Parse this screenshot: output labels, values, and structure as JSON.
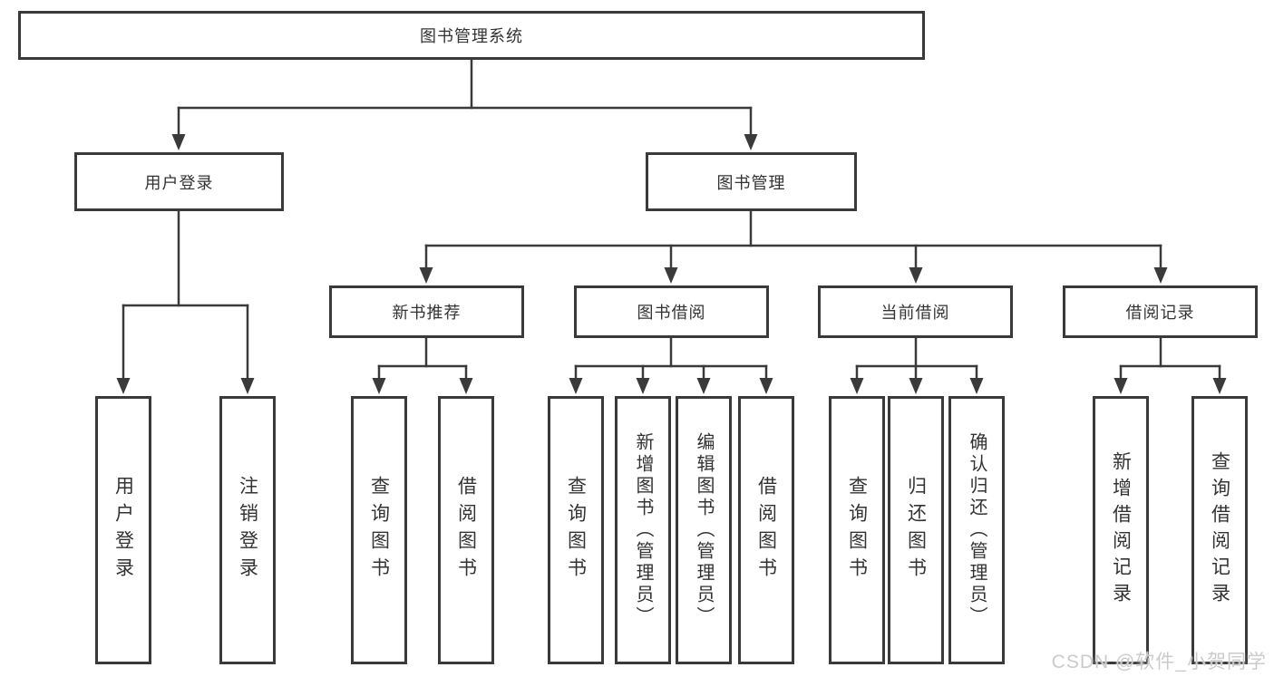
{
  "tree": {
    "root": {
      "label": "图书管理系统",
      "children": [
        {
          "label": "用户登录",
          "children": [
            {
              "label": "用户登录"
            },
            {
              "label": "注销登录"
            }
          ]
        },
        {
          "label": "图书管理",
          "children": [
            {
              "label": "新书推荐",
              "children": [
                {
                  "label": "查询图书"
                },
                {
                  "label": "借阅图书"
                }
              ]
            },
            {
              "label": "图书借阅",
              "children": [
                {
                  "label": "查询图书"
                },
                {
                  "label": "新增图书（管理员）"
                },
                {
                  "label": "编辑图书（管理员）"
                },
                {
                  "label": "借阅图书"
                }
              ]
            },
            {
              "label": "当前借阅",
              "children": [
                {
                  "label": "查询图书"
                },
                {
                  "label": "归还图书"
                },
                {
                  "label": "确认归还（管理员）"
                }
              ]
            },
            {
              "label": "借阅记录",
              "children": [
                {
                  "label": "新增借阅记录"
                },
                {
                  "label": "查询借阅记录"
                }
              ]
            }
          ]
        }
      ]
    }
  },
  "watermark": "CSDN @软件_小贺同学",
  "colors": {
    "line": "#3a3a3a",
    "text": "#333333",
    "watermark_text": "#cbcbcb",
    "background": "#ffffff"
  }
}
